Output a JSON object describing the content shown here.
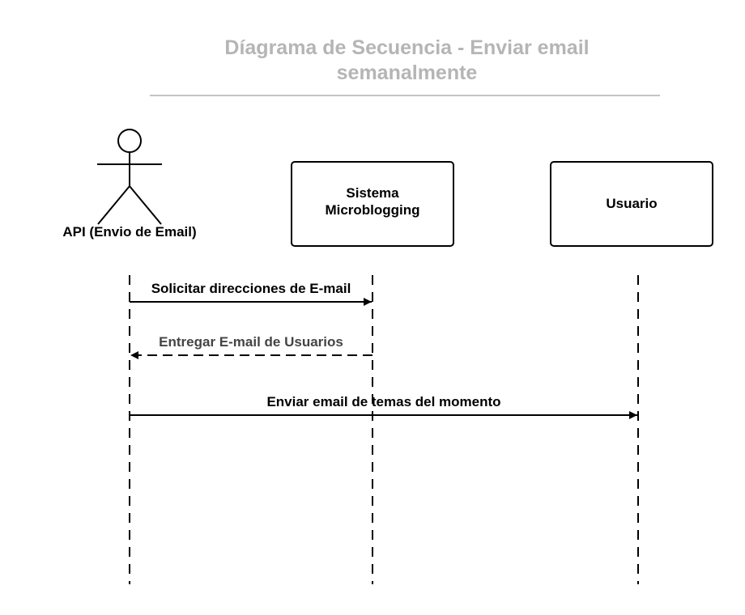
{
  "title": {
    "line1": "Díagrama de Secuencia - Enviar email",
    "line2": "semanalmente"
  },
  "participants": [
    {
      "label": "API (Envio de Email)",
      "kind": "actor"
    },
    {
      "label_line1": "Sistema",
      "label_line2": "Microblogging",
      "kind": "box"
    },
    {
      "label": "Usuario",
      "kind": "box"
    }
  ],
  "messages": [
    {
      "label": "Solicitar direcciones de E-mail",
      "style": "solid"
    },
    {
      "label": "Entregar  E-mail de Usuarios",
      "style": "dashed-return"
    },
    {
      "label": "Enviar email de temas del momento",
      "style": "solid"
    }
  ],
  "colors": {
    "title": "#b5b5b5",
    "rule": "#c4c4c4",
    "line": "#000000",
    "return_label": "#444444"
  }
}
